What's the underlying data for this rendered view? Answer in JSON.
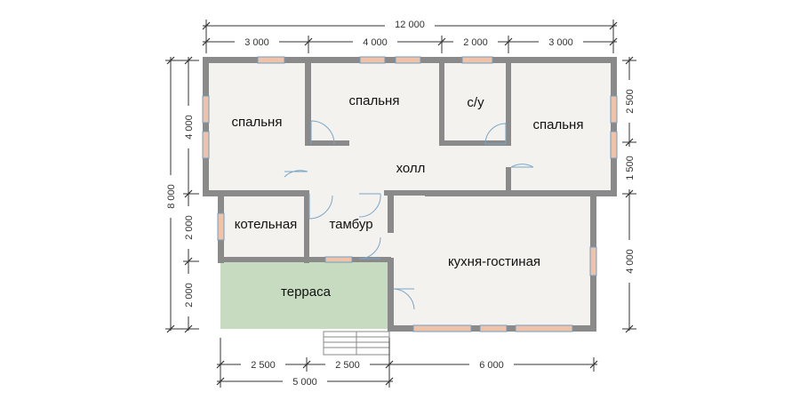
{
  "dimensions": {
    "top_total": "12 000",
    "top_segments": [
      "3 000",
      "4 000",
      "2 000",
      "3 000"
    ],
    "left_total": "8 000",
    "left_segments": [
      "4 000",
      "2 000",
      "2 000"
    ],
    "right_segments": [
      "2 500",
      "1 500",
      "4 000"
    ],
    "bottom_segments": [
      "2 500",
      "2 500",
      "6 000"
    ],
    "bottom_total": "5 000"
  },
  "rooms": {
    "bedroom_1": "спальня",
    "bedroom_2": "спальня",
    "bathroom": "с/у",
    "bedroom_3": "спальня",
    "hall": "холл",
    "boiler": "котельная",
    "vestibule": "тамбур",
    "kitchen": "кухня-гостиная",
    "terrace": "терраса"
  },
  "colors": {
    "wall": "#8a8a8a",
    "floor": "#f4f2ee",
    "terrace": "#c7dbc0",
    "window": "#f0c2a8",
    "window_frame": "#6f9fc2",
    "door": "#7aa7c7"
  }
}
